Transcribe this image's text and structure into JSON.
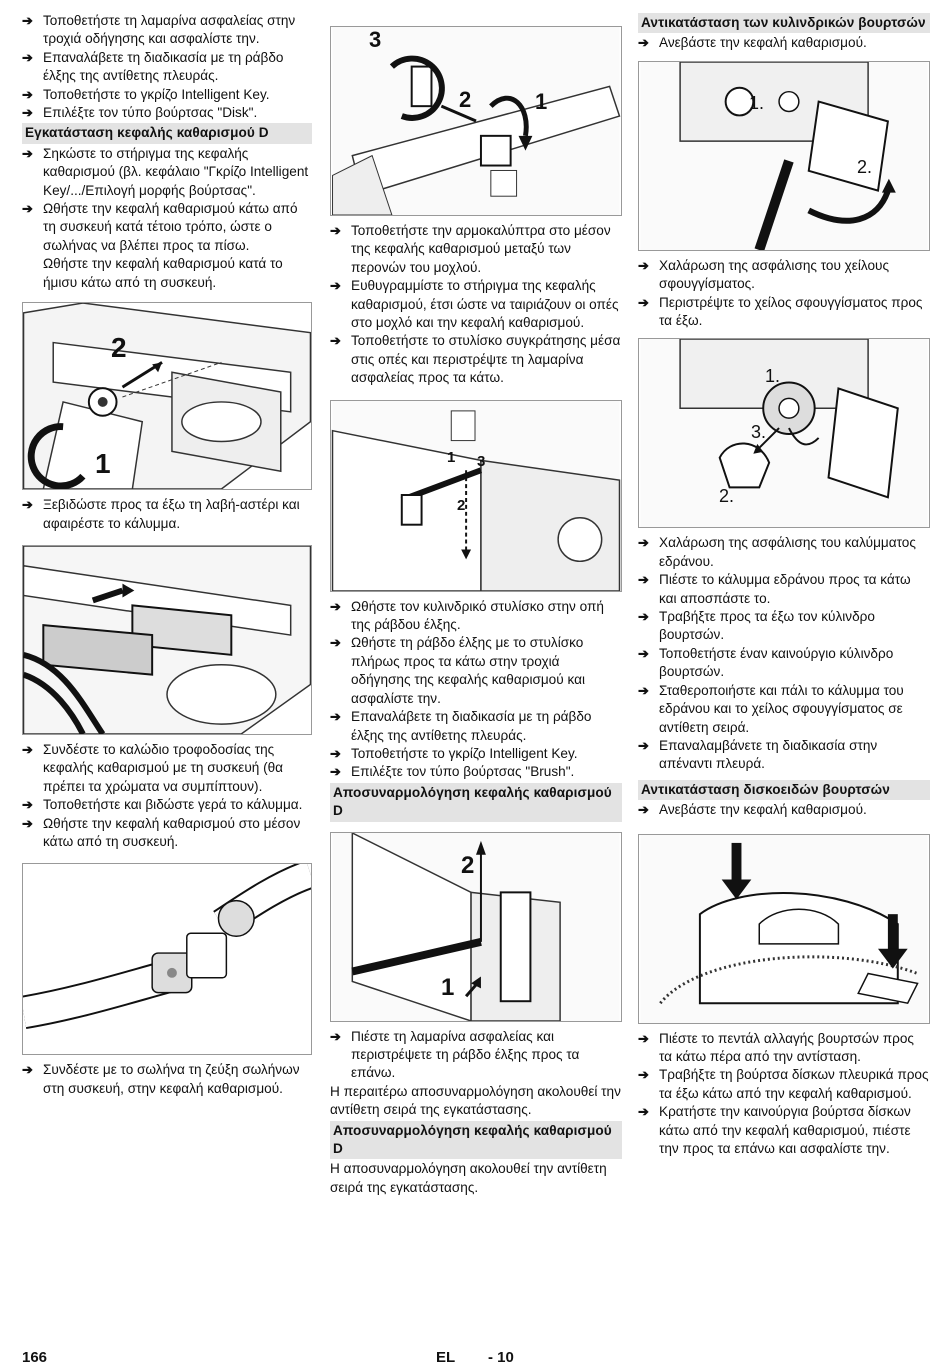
{
  "col1": {
    "steps_a": [
      "Τοποθετήστε τη λαμαρίνα ασφαλείας στην τροχιά οδήγησης και ασφαλίστε την.",
      "Επαναλάβετε τη διαδικασία με τη ράβδο έλξης της αντίθετης πλευράς.",
      "Τοποθετήστε το γκρίζο Intelligent Key.",
      "Επιλέξτε τον τύπο βούρτσας \"Disk\"."
    ],
    "heading1": "Εγκατάσταση κεφαλής καθαρισμού D",
    "steps_b": [
      "Σηκώστε το στήριγμα της κεφαλής καθαρισμού (βλ. κεφάλαιο \"Γκρίζο Intelligent Key/.../Επιλογή μορφής βούρτσας\".",
      "Ωθήστε την κεφαλή καθαρισμού κάτω από τη συσκευή κατά τέτοιο τρόπο, ώστε ο σωλήνας να βλέπει προς τα πίσω."
    ],
    "step_b_cont": "Ωθήστε την κεφαλή καθαρισμού κατά το ήμισυ κάτω από τη συσκευή.",
    "fig1": {
      "label_a": "2",
      "label_b": "1"
    },
    "steps_c": [
      "Ξεβιδώστε προς τα έξω τη λαβή-αστέρι και αφαιρέστε το κάλυμμα."
    ],
    "steps_d": [
      "Συνδέστε το καλώδιο τροφοδοσίας της κεφαλής καθαρισμού με τη συσκευή (θα πρέπει τα χρώματα να συμπίπτουν).",
      "Τοποθετήστε και βιδώστε γερά το κάλυμμα.",
      "Ωθήστε την κεφαλή καθαρισμού στο μέσον κάτω από τη συσκευή."
    ],
    "steps_e": [
      "Συνδέστε με το σωλήνα τη ζεύξη σωλήνων στη συσκευή, στην κεφαλή καθαρισμού."
    ]
  },
  "col2": {
    "fig1": {
      "label_a": "3",
      "label_b": "2",
      "label_c": "1"
    },
    "steps_a": [
      "Τοποθετήστε την αρμοκαλύπτρα στο μέσον της κεφαλής καθαρισμού μεταξύ των περονών του μοχλού.",
      "Ευθυγραμμίστε το στήριγμα της κεφαλής καθαρισμού, έτσι ώστε να ταιριάζουν οι οπές στο μοχλό και την κεφαλή καθαρισμού.",
      "Τοποθετήστε το στυλίσκο συγκράτησης μέσα στις οπές και περιστρέψτε τη λαμαρίνα ασφαλείας προς τα κάτω."
    ],
    "fig2": {
      "label_a": "1",
      "label_b": "3",
      "label_c": "2"
    },
    "steps_b": [
      "Ωθήστε τον κυλινδρικό στυλίσκο στην οπή της ράβδου έλξης.",
      "Ωθήστε τη ράβδο έλξης με το στυλίσκο πλήρως προς τα κάτω στην τροχιά οδήγησης της κεφαλής καθαρισμού και ασφαλίστε την.",
      "Επαναλάβετε τη διαδικασία με τη ράβδο έλξης της αντίθετης πλευράς.",
      "Τοποθετήστε το γκρίζο Intelligent Key.",
      "Επιλέξτε τον τύπο βούρτσας \"Brush\"."
    ],
    "heading1": "Αποσυναρμολόγηση κεφαλής καθαρισμού D",
    "fig3": {
      "label_a": "2",
      "label_b": "1"
    },
    "steps_c": [
      "Πιέστε τη λαμαρίνα ασφαλείας και περιστρέψετε τη ράβδο έλξης προς τα επάνω."
    ],
    "para1": "Η περαιτέρω αποσυναρμολόγηση ακολουθεί την αντίθετη σειρά της εγκατάστασης.",
    "heading2": "Αποσυναρμολόγηση κεφαλής καθαρισμού D",
    "para2": "Η αποσυναρμολόγηση ακολουθεί την αντίθετη σειρά της εγκατάστασης."
  },
  "col3": {
    "heading1": "Αντικατάσταση των κυλινδρικών βουρτσών",
    "steps_a": [
      "Ανεβάστε την κεφαλή καθαρισμού."
    ],
    "fig1": {
      "label_a": "1.",
      "label_b": "2."
    },
    "steps_b": [
      "Χαλάρωση της ασφάλισης του χείλους σφουγγίσματος.",
      "Περιστρέψτε το χείλος σφουγγίσματος προς τα έξω."
    ],
    "fig2": {
      "label_a": "1.",
      "label_b": "3.",
      "label_c": "2."
    },
    "steps_c": [
      "Χαλάρωση της ασφάλισης του καλύμματος εδράνου.",
      "Πιέστε το κάλυμμα εδράνου προς τα κάτω και αποσπάστε το.",
      "Τραβήξτε προς τα έξω τον κύλινδρο βουρτσών.",
      "Τοποθετήστε έναν καινούργιο κύλινδρο βουρτσών.",
      "Σταθεροποιήστε και πάλι το κάλυμμα του εδράνου και το χείλος σφουγγίσματος σε αντίθετη σειρά.",
      "Επαναλαμβάνετε τη διαδικασία στην απέναντι πλευρά."
    ],
    "heading2": "Αντικατάσταση δισκοειδών βουρτσών",
    "steps_d": [
      "Ανεβάστε την κεφαλή καθαρισμού."
    ],
    "steps_e": [
      "Πιέστε το πεντάλ αλλαγής βουρτσών προς τα κάτω πέρα από την αντίσταση.",
      "Τραβήξτε τη βούρτσα δίσκων πλευρικά προς τα έξω κάτω από την κεφαλή καθαρισμού.",
      "Κρατήστε την καινούργια βούρτσα δίσκων κάτω από την κεφαλή καθαρισμού, πιέστε την προς τα επάνω και ασφαλίστε την."
    ]
  },
  "footer": {
    "page_number": "166",
    "language": "EL",
    "section_page": "- 10"
  },
  "icons": {
    "step_arrow": "➔"
  }
}
